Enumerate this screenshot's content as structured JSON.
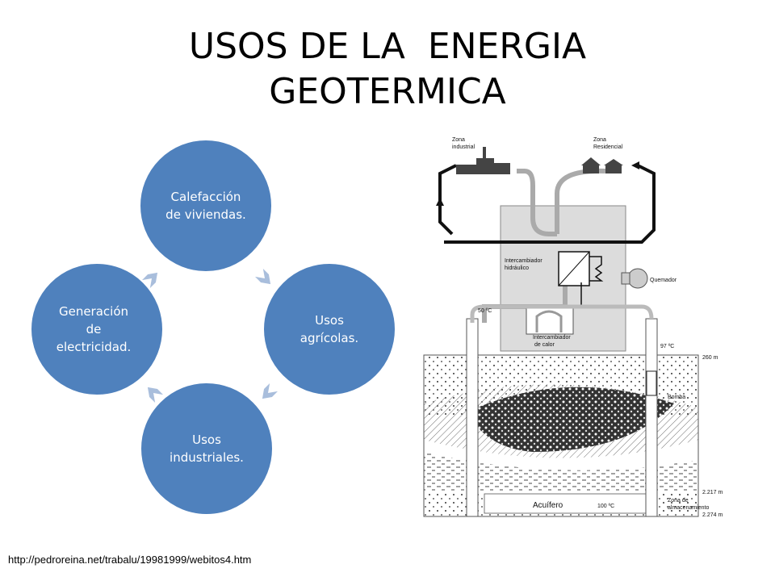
{
  "title": {
    "line1": "USOS DE LA  ENERGIA",
    "line2": "GEOTERMICA"
  },
  "cycle": {
    "color": "#4f81bd",
    "arrow_color": "#a9bedc",
    "nodes": [
      {
        "label": "Calefacción\nde viviendas."
      },
      {
        "label": "Usos\nagrícolas."
      },
      {
        "label": "Usos\nindustriales."
      },
      {
        "label": "Generación\nde\nelectricidad."
      }
    ]
  },
  "schematic": {
    "zona_industrial": [
      "Zona",
      "industrial"
    ],
    "zona_residencial": [
      "Zona",
      "Residencial"
    ],
    "intercambiador_hidraulico": [
      "Intercambiador",
      "hidráulico"
    ],
    "quemador": "Quemador",
    "temp_50": "50 ºC",
    "intercambiador_calor": [
      "Intercambiador",
      "de calor"
    ],
    "temp_97": "97 ºC",
    "depth_260": "260 m",
    "bomba": "Bomba",
    "depth_2217": "2.217 m",
    "zona_almacenamiento": [
      "Zona de",
      "almacenamiento"
    ],
    "depth_2274": "2.274 m",
    "acuifero": "Acuífero",
    "temp_100": "100 ºC"
  },
  "source_url": "http://pedroreina.net/trabalu/19981999/webitos4.htm"
}
